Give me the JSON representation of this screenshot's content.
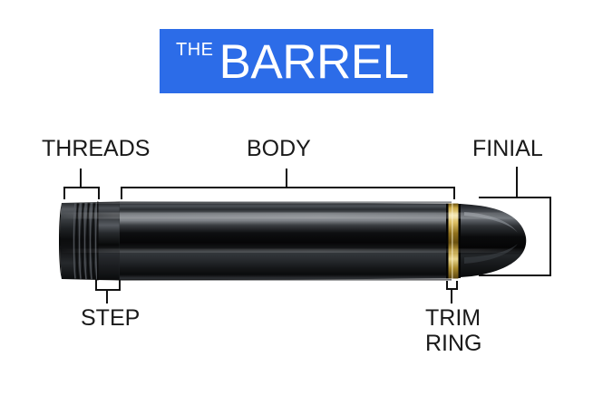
{
  "page": {
    "background_color": "#ffffff",
    "subject": "fountain pen barrel anatomy diagram"
  },
  "title": {
    "small_word": "THE",
    "main_word": "BARREL",
    "banner_color": "#2c6ce8",
    "text_color": "#ffffff"
  },
  "labels": {
    "threads": "THREADS",
    "body": "BODY",
    "finial": "FINIAL",
    "step": "STEP",
    "trim_ring": "TRIM\nRING"
  },
  "diagram": {
    "line_color": "#111111",
    "pen_color_dark": "#0a0a0a",
    "pen_color_highlight": "#6e7278",
    "trim_ring_gold_dark": "#8a6a16",
    "trim_ring_gold_light": "#f7ecb6",
    "parts": [
      "threads",
      "step",
      "body",
      "trim ring",
      "finial"
    ]
  }
}
